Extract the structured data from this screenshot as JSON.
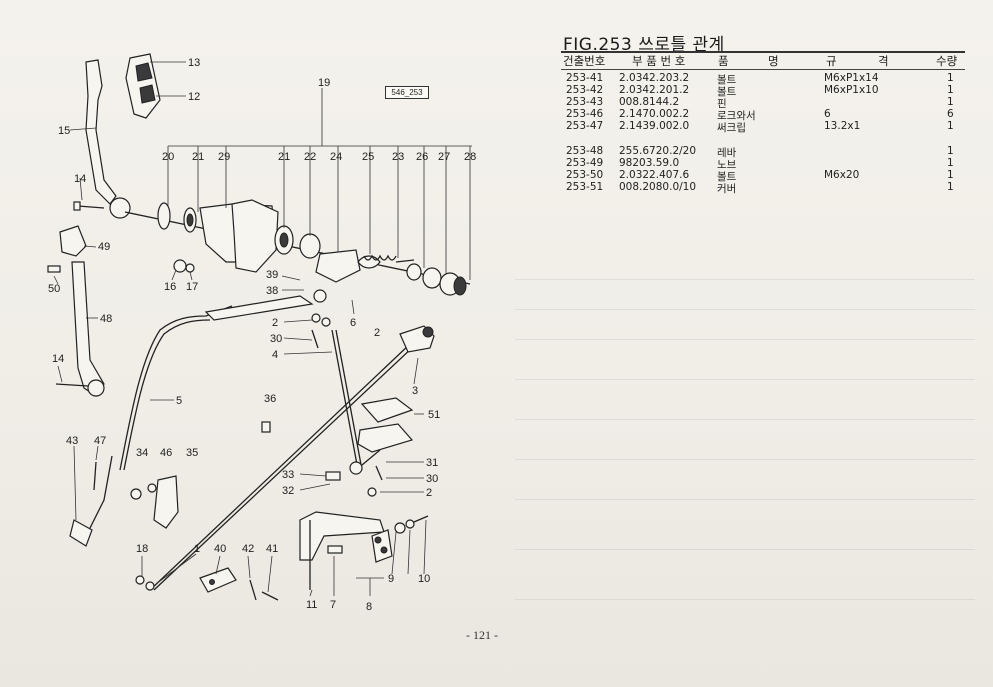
{
  "figure": {
    "title": "FIG.253 쓰로틀 관계",
    "stamp": "546_253",
    "page_number": "- 121 -"
  },
  "table": {
    "headers": [
      "건출번호",
      "부 품 번 호",
      "품",
      "명",
      "규",
      "격",
      "수량"
    ],
    "rows": [
      {
        "no": "253-41",
        "part": "2.0342.203.2",
        "name": "볼트",
        "spec": "M6xP1x14",
        "qty": "1"
      },
      {
        "no": "253-42",
        "part": "2.0342.201.2",
        "name": "볼트",
        "spec": "M6xP1x10",
        "qty": "1"
      },
      {
        "no": "253-43",
        "part": "008.8144.2",
        "name": "핀",
        "spec": "",
        "qty": "1"
      },
      {
        "no": "253-46",
        "part": "2.1470.002.2",
        "name": "로크와서",
        "spec": "6",
        "qty": "6"
      },
      {
        "no": "253-47",
        "part": "2.1439.002.0",
        "name": "써크립",
        "spec": "13.2x1",
        "qty": "1"
      },
      {
        "no": "253-48",
        "part": "255.6720.2/20",
        "name": "레바",
        "spec": "",
        "qty": "1"
      },
      {
        "no": "253-49",
        "part": "98203.59.0",
        "name": "노브",
        "spec": "",
        "qty": "1"
      },
      {
        "no": "253-50",
        "part": "2.0322.407.6",
        "name": "볼트",
        "spec": "M6x20",
        "qty": "1"
      },
      {
        "no": "253-51",
        "part": "008.2080.0/10",
        "name": "커버",
        "spec": "",
        "qty": "1"
      }
    ]
  },
  "callouts": [
    "13",
    "12",
    "15",
    "19",
    "20",
    "21",
    "29",
    "21",
    "22",
    "24",
    "25",
    "23",
    "26",
    "27",
    "28",
    "14",
    "49",
    "50",
    "48",
    "14",
    "39",
    "38",
    "16",
    "17",
    "6",
    "2",
    "30",
    "4",
    "3",
    "5",
    "36",
    "51",
    "43",
    "47",
    "34",
    "46",
    "35",
    "33",
    "31",
    "30",
    "32",
    "2",
    "18",
    "1",
    "40",
    "42",
    "41",
    "11",
    "7",
    "8",
    "9",
    "10",
    "2"
  ]
}
